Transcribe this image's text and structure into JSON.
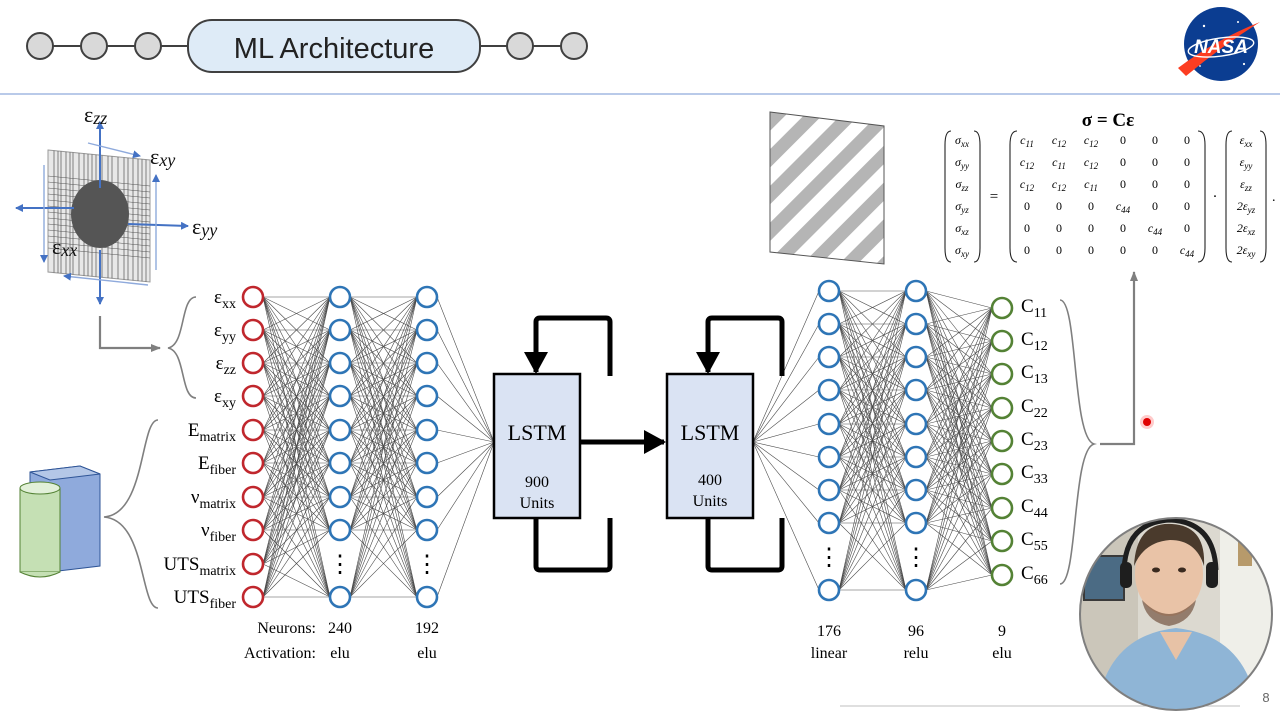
{
  "header": {
    "title": "ML Architecture",
    "progress": {
      "total_steps": 6,
      "current_step": 4
    }
  },
  "logo": {
    "text": "NASA"
  },
  "strain_axes": {
    "zz": {
      "base": "ε",
      "sub": "zz"
    },
    "xy": {
      "base": "ε",
      "sub": "xy"
    },
    "yy": {
      "base": "ε",
      "sub": "yy"
    },
    "xx": {
      "base": "ε",
      "sub": "xx"
    }
  },
  "inputs": [
    {
      "base": "ε",
      "sub": "xx"
    },
    {
      "base": "ε",
      "sub": "yy"
    },
    {
      "base": "ε",
      "sub": "zz"
    },
    {
      "base": "ε",
      "sub": "xy"
    },
    {
      "base": "E",
      "sub": "matrix"
    },
    {
      "base": "E",
      "sub": "fiber"
    },
    {
      "base": "ν",
      "sub": "matrix"
    },
    {
      "base": "ν",
      "sub": "fiber"
    },
    {
      "base": "UTS",
      "sub": "matrix"
    },
    {
      "base": "UTS",
      "sub": "fiber"
    }
  ],
  "outputs": [
    {
      "base": "C",
      "sub": "11"
    },
    {
      "base": "C",
      "sub": "12"
    },
    {
      "base": "C",
      "sub": "13"
    },
    {
      "base": "C",
      "sub": "22"
    },
    {
      "base": "C",
      "sub": "23"
    },
    {
      "base": "C",
      "sub": "33"
    },
    {
      "base": "C",
      "sub": "44"
    },
    {
      "base": "C",
      "sub": "55"
    },
    {
      "base": "C",
      "sub": "66"
    }
  ],
  "ellipsis": "⋮",
  "lstm1": {
    "label": "LSTM",
    "units_count": "900",
    "units_label": "Units"
  },
  "lstm2": {
    "label": "LSTM",
    "units_count": "400",
    "units_label": "Units"
  },
  "layer_info": {
    "neurons_label": "Neurons:",
    "activation_label": "Activation:",
    "left": [
      {
        "neurons": "240",
        "activation": "elu"
      },
      {
        "neurons": "192",
        "activation": "elu"
      }
    ],
    "right": [
      {
        "neurons": "176",
        "activation": "linear"
      },
      {
        "neurons": "96",
        "activation": "relu"
      },
      {
        "neurons": "9",
        "activation": "elu"
      }
    ]
  },
  "equation": {
    "title": "σ = Cε",
    "sigma": [
      "σ_xx",
      "σ_yy",
      "σ_zz",
      "σ_yz",
      "σ_xz",
      "σ_xy"
    ],
    "equals": "=",
    "dot": "·",
    "trailing": ".",
    "matrix": [
      [
        "c11",
        "c12",
        "c12",
        "0",
        "0",
        "0"
      ],
      [
        "c12",
        "c11",
        "c12",
        "0",
        "0",
        "0"
      ],
      [
        "c12",
        "c12",
        "c11",
        "0",
        "0",
        "0"
      ],
      [
        "0",
        "0",
        "0",
        "c44",
        "0",
        "0"
      ],
      [
        "0",
        "0",
        "0",
        "0",
        "c44",
        "0"
      ],
      [
        "0",
        "0",
        "0",
        "0",
        "0",
        "c44"
      ]
    ],
    "strain": [
      "ε_xx",
      "ε_yy",
      "ε_zz",
      "2ε_yz",
      "2ε_xz",
      "2ε_xy"
    ]
  },
  "page_number": "8",
  "colors": {
    "input_node": "#c0272d",
    "hidden_node": "#2e75b6",
    "output_node": "#548235",
    "lstm_fill": "#dae3f3",
    "title_pill_fill": "#deebf7",
    "header_rule": "#8faadc",
    "nasa_blue": "#0b3d91",
    "nasa_red": "#fc3d21"
  }
}
